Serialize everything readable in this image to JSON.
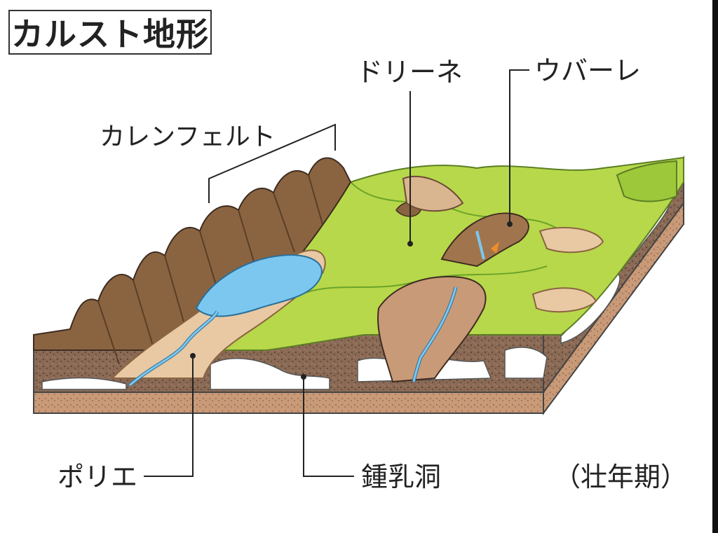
{
  "title": "カルスト地形",
  "labels": {
    "karrenfeld": "カレンフェルト",
    "doline": "ドリーネ",
    "uvala": "ウバーレ",
    "polje": "ポリエ",
    "cave": "鍾乳洞",
    "stage": "（壮年期）"
  },
  "colors": {
    "grass": "#b7d84a",
    "grass_dark": "#6aa32a",
    "rock_brown": "#8a6440",
    "sand": "#e8c9a4",
    "water": "#7cc7ef",
    "soil": "#7a5a45",
    "cave_white": "#ffffff"
  }
}
